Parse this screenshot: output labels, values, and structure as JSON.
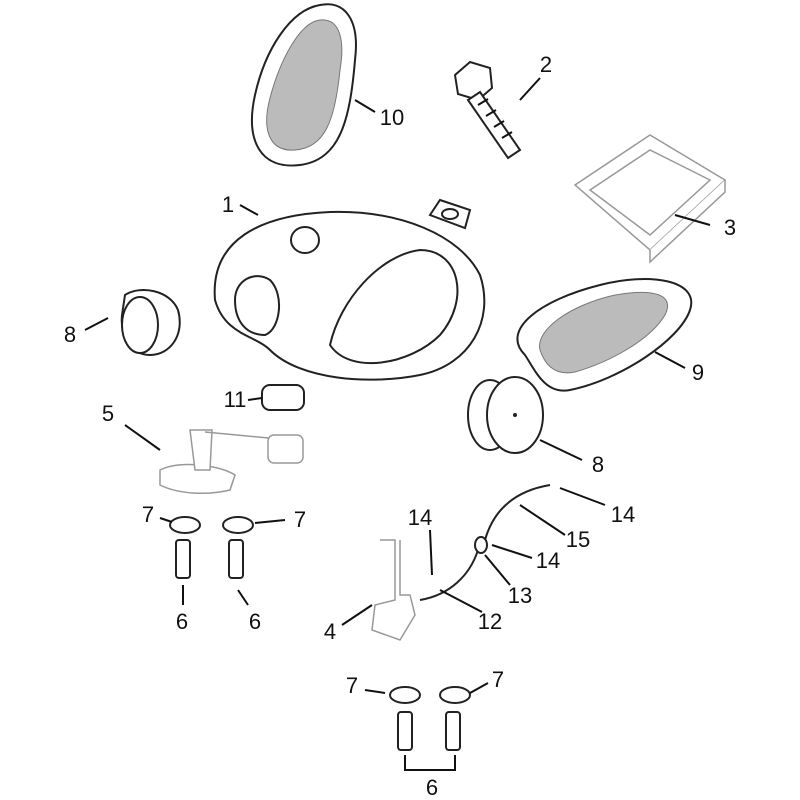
{
  "diagram": {
    "title": "Fuel tank exploded parts diagram",
    "callouts": [
      "10",
      "2",
      "1",
      "3",
      "8",
      "9",
      "11",
      "5",
      "8",
      "14",
      "7",
      "7",
      "14",
      "15",
      "14",
      "13",
      "6",
      "6",
      "4",
      "12",
      "7",
      "7",
      "6"
    ]
  }
}
